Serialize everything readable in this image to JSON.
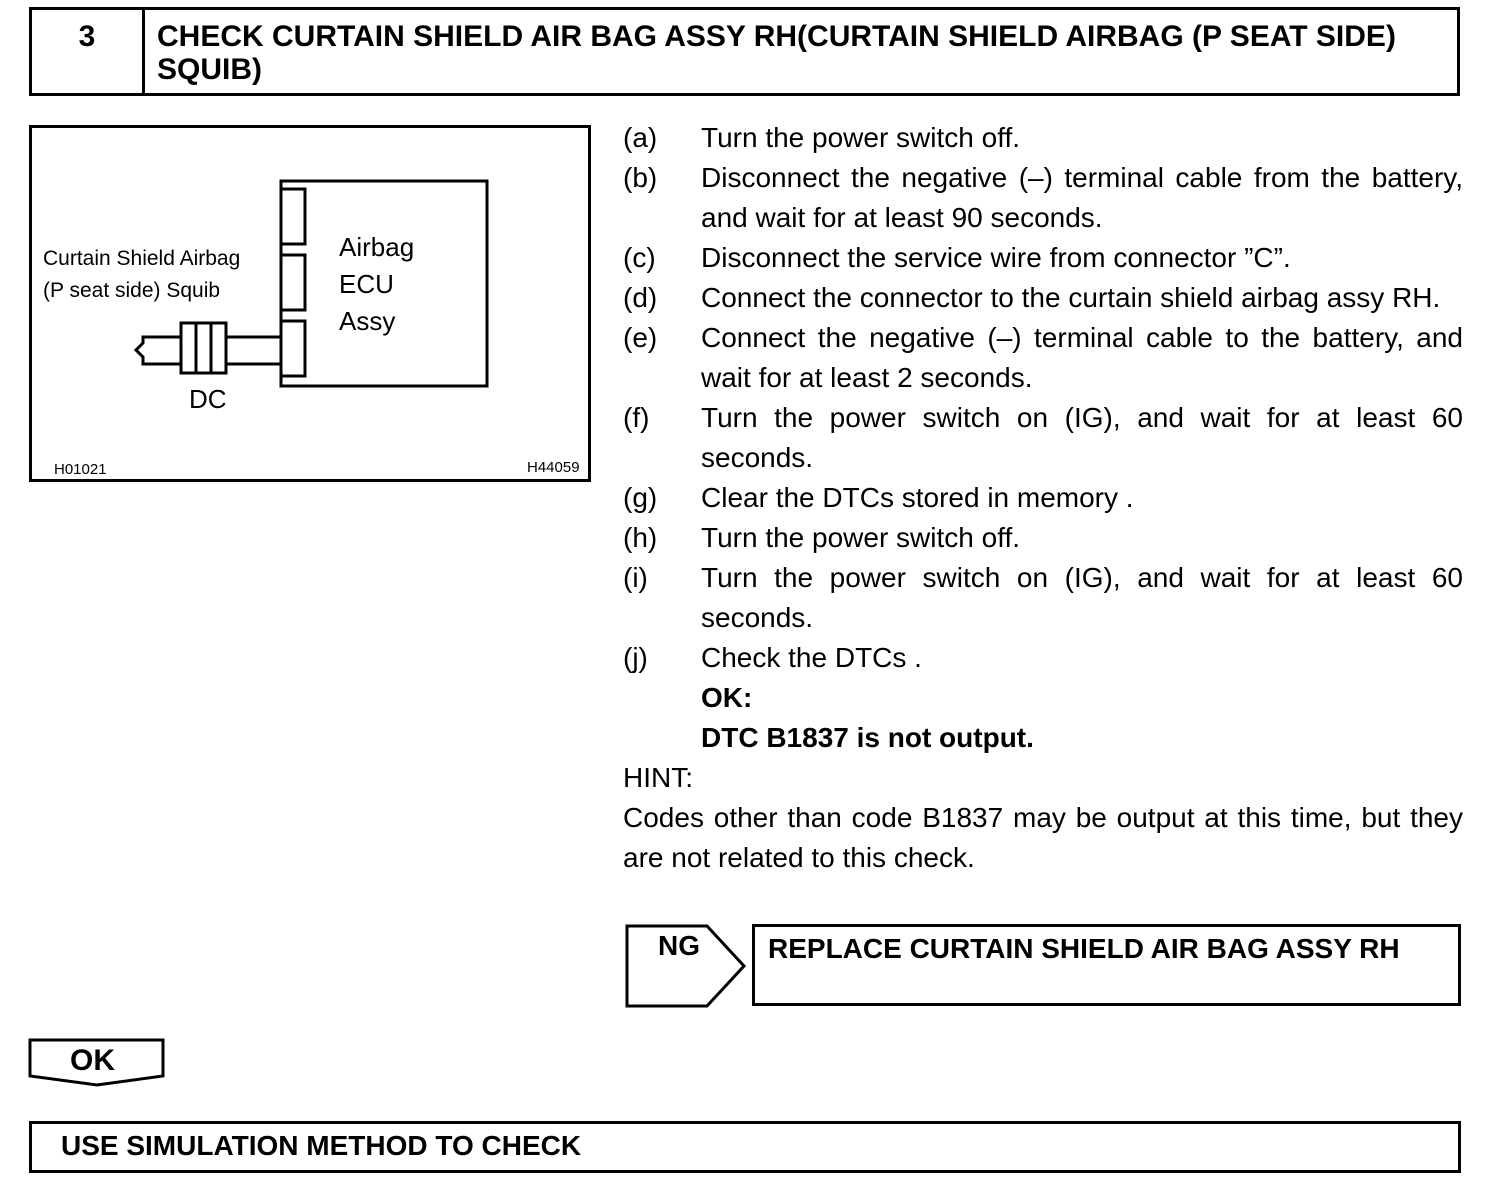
{
  "header": {
    "step_number": "3",
    "title": "CHECK CURTAIN SHIELD AIR BAG ASSY RH(CURTAIN SHIELD AIRBAG (P SEAT SIDE) SQUIB)"
  },
  "figure": {
    "squib_label_line1": "Curtain Shield Airbag",
    "squib_label_line2": "(P seat side) Squib",
    "ecu_line1": "Airbag",
    "ecu_line2": "ECU",
    "ecu_line3": "Assy",
    "connector_label": "DC",
    "ref_left": "H01021",
    "ref_right": "H44059"
  },
  "steps": [
    {
      "label": "(a)",
      "text": "Turn the power switch off."
    },
    {
      "label": "(b)",
      "text": "Disconnect the negative (–) terminal cable from the battery, and wait for at least 90 seconds."
    },
    {
      "label": "(c)",
      "text": "Disconnect the service wire from connector ”C”."
    },
    {
      "label": "(d)",
      "text": "Connect the connector to the curtain shield airbag assy RH."
    },
    {
      "label": "(e)",
      "text": "Connect the negative (–) terminal cable to the battery, and wait for at least 2 seconds."
    },
    {
      "label": "(f)",
      "text": "Turn the power switch on (IG), and wait for at least 60 seconds."
    },
    {
      "label": "(g)",
      "text": "Clear the DTCs stored in memory ."
    },
    {
      "label": "(h)",
      "text": "Turn the power switch off."
    },
    {
      "label": "(i)",
      "text": "Turn the power switch on (IG), and wait for at least 60 seconds."
    },
    {
      "label": "(j)",
      "text": "Check the DTCs ."
    }
  ],
  "ok_heading": "OK:",
  "ok_text": "DTC B1837 is not output.",
  "hint_heading": "HINT:",
  "hint_text": "Codes other than code B1837 may be output at this time, but they are not related to this check.",
  "ng": {
    "label": "NG",
    "action": "REPLACE CURTAIN SHIELD AIR BAG ASSY RH"
  },
  "ok_branch": {
    "label": "OK"
  },
  "final_action": "USE SIMULATION METHOD TO CHECK"
}
